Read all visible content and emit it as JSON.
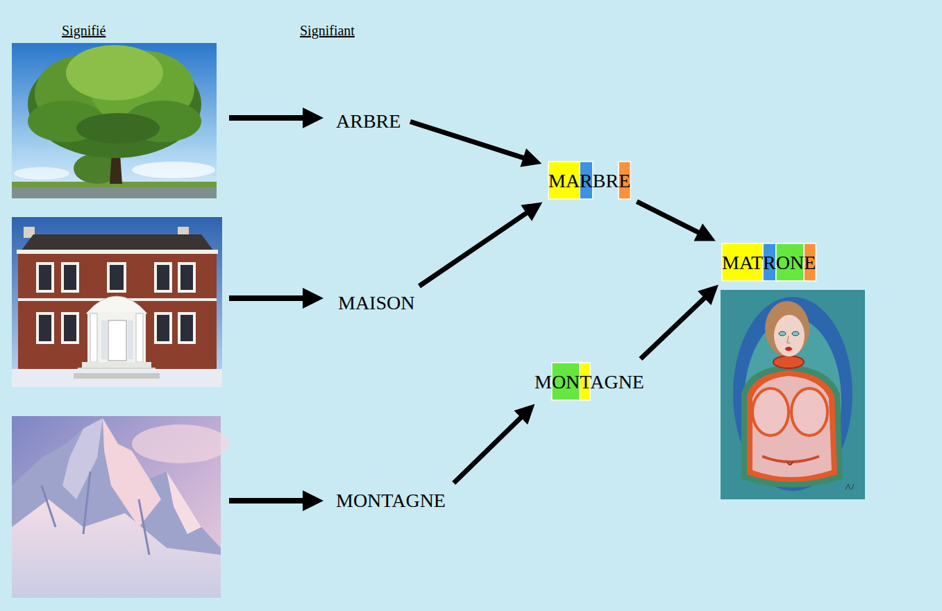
{
  "diagram": {
    "nodes": [
      {
        "text": [
          "ARBRE"
        ]
      },
      {
        "text": [
          "MAISON"
        ]
      },
      {
        "text": [
          "MONTAGNE"
        ]
      },
      {
        "text": [
          "MARBRE"
        ]
      },
      {
        "text": [
          "MONTAGNE"
        ]
      },
      {
        "text": [
          "MATRONE"
        ]
      }
    ],
    "edges": [
      {
        "from": 0,
        "to": 3,
        "arrow": "to"
      },
      {
        "from": 1,
        "to": 3,
        "arrow": "to"
      },
      {
        "from": 2,
        "to": 4,
        "arrow": "to"
      },
      {
        "from": 3,
        "to": 5,
        "arrow": "to"
      },
      {
        "from": 4,
        "to": 5,
        "arrow": "to"
      }
    ],
    "labels": [
      "Signifié",
      "Signifiant"
    ]
  }
}
